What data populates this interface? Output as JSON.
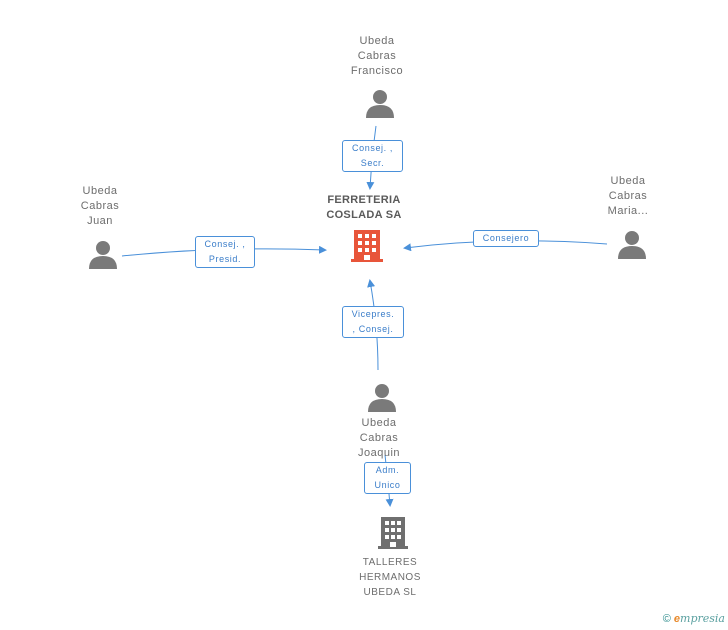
{
  "center": {
    "name_line1": "FERRETERIA",
    "name_line2": "COSLADA SA",
    "icon": "building-icon",
    "icon_color": "#e8553a"
  },
  "people": {
    "top": [
      "Ubeda",
      "Cabras",
      "Francisco"
    ],
    "left": [
      "Ubeda",
      "Cabras",
      "Juan"
    ],
    "right": [
      "Ubeda",
      "Cabras",
      "Maria..."
    ],
    "bottom": [
      "Ubeda",
      "Cabras",
      "Joaquin"
    ]
  },
  "roles": {
    "top": [
      "Consej. ,",
      "Secr."
    ],
    "left": [
      "Consej. ,",
      "Presid."
    ],
    "right": [
      "Consejero"
    ],
    "bottom": [
      "Vicepres.",
      ", Consej."
    ],
    "company": [
      "Adm.",
      "Unico"
    ]
  },
  "company2": [
    "TALLERES",
    "HERMANOS",
    "UBEDA SL"
  ],
  "colors": {
    "edge": "#4a90d9",
    "person": "#7a7a7a",
    "building2": "#6f6f6f"
  },
  "footer": {
    "copyright": "©",
    "e": "e",
    "brand": "mpresia"
  }
}
